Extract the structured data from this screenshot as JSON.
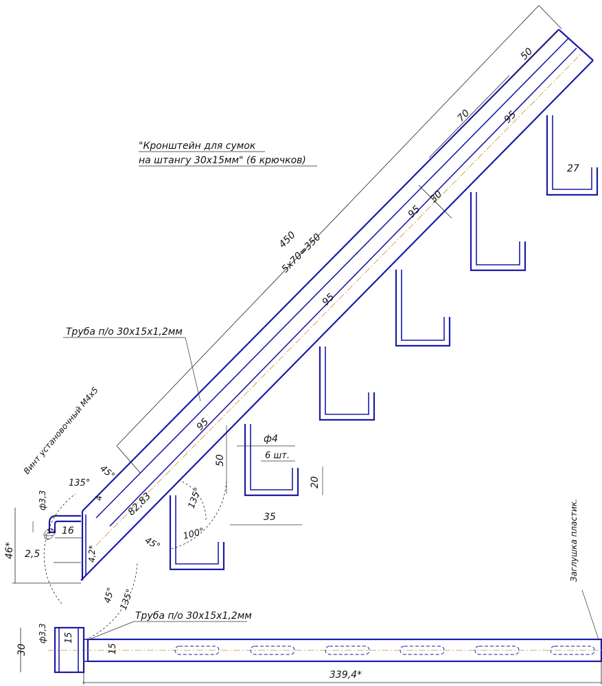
{
  "title": {
    "line1": "\"Кронштейн для сумок",
    "line2": "на штангу 30х15мм\" (6 крючков)"
  },
  "labels": {
    "pipe_top": "Труба п/о 30х15х1,2мм",
    "pipe_bottom": "Труба п/о 30х15х1,2мм",
    "screw": "Винт установочный М4х5",
    "plug": "Заглушка пластик.",
    "hooks_qty": "6 шт."
  },
  "dimensions": {
    "len_total": "450",
    "len_pitch": "5х70=350",
    "d50_top": "50",
    "d70": "70",
    "d95_top": "95",
    "d30": "30",
    "d95_a": "95",
    "d95_b": "95",
    "d95_c": "95",
    "d27": "27",
    "d8283": "82,83",
    "d4": "4",
    "d42": "4,2*",
    "d33_top": "ф3,3",
    "d16": "16",
    "d25": "2,5",
    "d46": "46*",
    "a135_top": "135°",
    "a45_top": "45°",
    "a135_mid": "135°",
    "a100": "100°",
    "a45_mid": "45°",
    "a45_bot": "45°",
    "a135_bot": "135°",
    "d50_hook": "50",
    "d20_hook": "20",
    "d35_hook": "35",
    "dphi4": "ф4",
    "d33_bot": "ф3,3",
    "d30_bot": "30",
    "d15_left": "15",
    "d15_tube": "15",
    "d3394": "339,4*"
  }
}
